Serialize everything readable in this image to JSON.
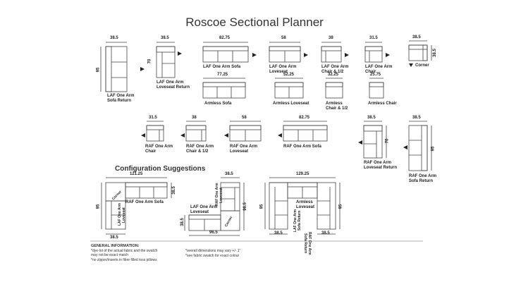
{
  "title": "Roscoe Sectional Planner",
  "pieces": {
    "laf_sofa_return": {
      "width": "38.5",
      "height": "95",
      "label1": "LAF One Arm",
      "label2": "Sofa Return"
    },
    "laf_loveseat_return": {
      "width": "38.5",
      "height": "70",
      "label1": "LAF One Arm",
      "label2": "Loveseat Return"
    },
    "laf_sofa": {
      "width": "82.75",
      "label1": "LAF One Arm Sofa"
    },
    "laf_loveseat": {
      "width": "58",
      "label1": "LAF One Arm",
      "label2": "Loveseat"
    },
    "laf_chair_half": {
      "width": "38",
      "label1": "LAF One Arm",
      "label2": "Chair & 1/2"
    },
    "laf_chair": {
      "width": "31.5",
      "label1": "LAF One Arm",
      "label2": "Chair"
    },
    "corner": {
      "width": "38.5",
      "height": "38.5",
      "label1": "Corner"
    },
    "armless_sofa": {
      "width": "77.25",
      "label1": "Armless Sofa"
    },
    "armless_loveseat": {
      "width": "52.25",
      "label1": "Armless Loveseat"
    },
    "armless_chair_half": {
      "width": "32.25",
      "label1": "Armless",
      "label2": "Chair & 1/2"
    },
    "armless_chair": {
      "width": "25.75",
      "label1": "Armless Chair"
    },
    "raf_chair": {
      "width": "31.5",
      "label1": "RAF One Arm",
      "label2": "Chair"
    },
    "raf_chair_half": {
      "width": "38",
      "label1": "RAF One Arm",
      "label2": "Chair & 1/2"
    },
    "raf_loveseat": {
      "width": "58",
      "label1": "RAF One Arm",
      "label2": "Loveseat"
    },
    "raf_sofa": {
      "width": "82.75",
      "label1": "RAF One Arm Sofa"
    },
    "raf_loveseat_return": {
      "width": "38.5",
      "height": "70",
      "label1": "RAF One Arm",
      "label2": "Loveseat Return"
    },
    "raf_sofa_return": {
      "width": "38.5",
      "height": "95",
      "label1": "RAF One Arm",
      "label2": "Sofa Return"
    }
  },
  "config_heading": "Configuration Suggestions",
  "configs": {
    "c1": {
      "width": "121.25",
      "left_h": "95",
      "corner_h": "38.5",
      "bottom_w": "38.5",
      "corner": "Corner",
      "sofa": "RAF One Arm Sofa",
      "loveseat1": "LAF One Arm",
      "loveseat2": "Loveseat"
    },
    "c2": {
      "top_w": "38.5",
      "right_h": "96.5",
      "left_h": "38.5",
      "bottom_w": "96.5",
      "corner": "Corner",
      "loveseat_top1": "RAF One Arm",
      "loveseat_top2": "Loveseat",
      "loveseat_bottom1": "LAF One Arm",
      "loveseat_bottom2": "Loveseat"
    },
    "c3": {
      "width": "129.25",
      "left_h": "95",
      "right_h": "95",
      "bl_w": "38.5",
      "br_w": "38.5",
      "middle1": "Armless",
      "middle2": "Loveseat",
      "left1": "LAF One Arm",
      "left2": "Sofa Return",
      "right1": "RAF One Arm",
      "right2": "Sofa Return"
    }
  },
  "general": {
    "heading": "GENERAL INFORMATION:",
    "col1": [
      "*dye-lot of the actual fabric and the swatch",
      "  may not be exact match",
      "*no zipper/inserts in fibre filled toss pillows"
    ],
    "col2": [
      "*overall dimensions may vary +/- 1\"",
      "*see fabric swatch for exact colour"
    ]
  }
}
